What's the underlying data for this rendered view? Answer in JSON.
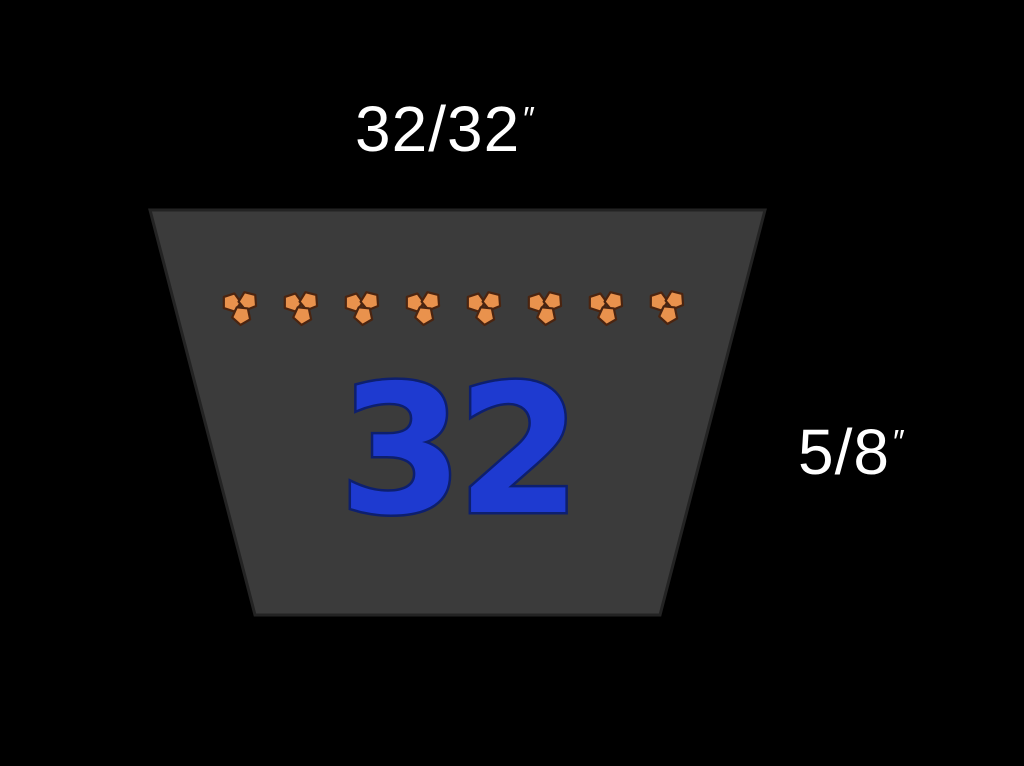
{
  "labels": {
    "top_width": {
      "value": "32/32",
      "unit": "″"
    },
    "side_height": {
      "value": "5/8",
      "unit": "″"
    }
  },
  "belt": {
    "number": "32",
    "cord_cluster_count": 8
  },
  "icons": {
    "cord_cluster": "cord-cluster-icon"
  },
  "colors": {
    "background": "#000000",
    "belt_body": "#3b3b3b",
    "belt_outline": "#232323",
    "belt_number_fill": "#1e3ad0",
    "belt_number_outline": "#0d1f6e",
    "cord_fill": "#e9924d",
    "cord_outline": "#4a2410",
    "label_text": "#ffffff"
  }
}
